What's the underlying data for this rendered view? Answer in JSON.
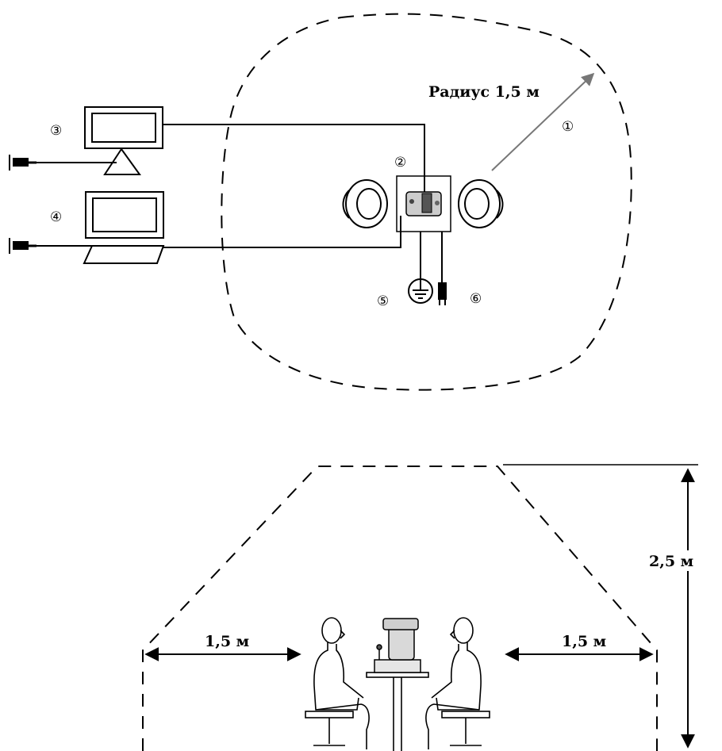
{
  "top_view": {
    "radius_label": "Радиус 1,5 м",
    "callouts": [
      "①",
      "②",
      "③",
      "④",
      "⑤",
      "⑥"
    ]
  },
  "side_view": {
    "height_label": "2,5 м",
    "left_width_label": "1,5 м",
    "right_width_label": "1,5 м"
  },
  "colors": {
    "line": "#000000",
    "radius_arrow": "#777777"
  }
}
